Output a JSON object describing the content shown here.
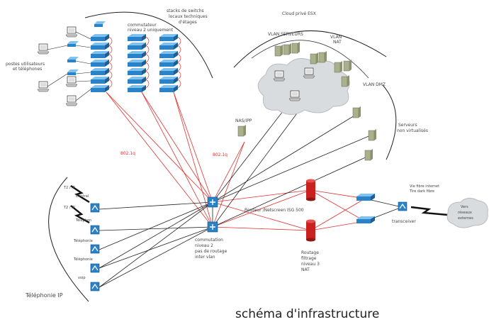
{
  "title": "schéma d'infrastructure",
  "labels": {
    "stacks": [
      "stacks de switchs",
      "locaux techniques",
      "d'étages"
    ],
    "commutateur_n2": [
      "commutateur",
      "niveau 2 uniquement"
    ],
    "postes": [
      "postes utilisateurs",
      "et téléphones"
    ],
    "cloud_prive": "Cloud privé ESX",
    "vlan_servers": "VLAN SERVEURS",
    "vlan_nat": [
      "VLAN",
      "NAT"
    ],
    "vlan_dmz": "VLAN DMZ",
    "serveurs": [
      "Serveurs",
      "non virtualisés"
    ],
    "nas": "NAS/IPP",
    "link_10g_left": "802.1q",
    "link_10g_mid": "802.1q",
    "routeur": "Routeur /Netscreen ISG 500",
    "commut_core": [
      "commutation",
      "niveau 2",
      "pas de routage",
      "inter vlan"
    ],
    "routage": [
      "Routage",
      "filtrage",
      "niveau 3",
      "NAT"
    ],
    "transceiver": "transceiver",
    "fibre": [
      "Vie fibre internet",
      "Tire dark fibre"
    ],
    "internet_cloud": [
      "Vers",
      "réseaux",
      "externes"
    ],
    "telephonie": "Téléphonie IP",
    "phones": [
      "T2 / IP",
      "T2 / IP",
      "Téléphonie",
      "Téléphonie",
      "voip"
    ],
    "phone_labels": [
      "Central",
      "Téléphon",
      "Téléphonie",
      "Téléphonie",
      "voip"
    ]
  },
  "colors": {
    "switch_blue": "#2a83c8",
    "red_link": "#e0302c",
    "router_red": "#c8211f",
    "server_olive": "#a9b08a",
    "cloud_gray": "#d9dcdf"
  }
}
